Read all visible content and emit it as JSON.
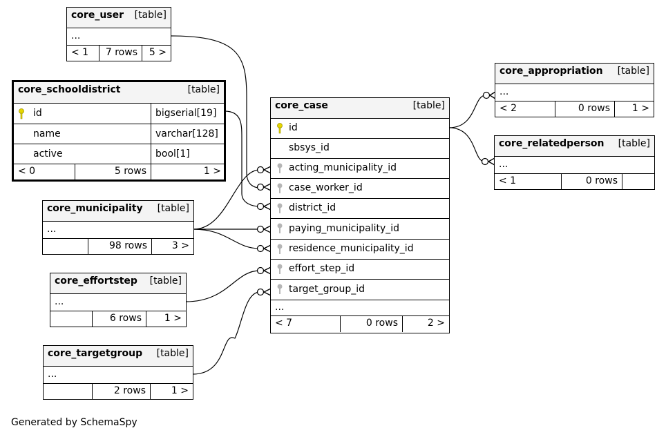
{
  "core_user": {
    "name": "core_user",
    "kind": "[table]",
    "body": "...",
    "nav_prev": "< 1",
    "rows": "7 rows",
    "nav_next": "5 >"
  },
  "core_schooldistrict": {
    "name": "core_schooldistrict",
    "kind": "[table]",
    "columns": [
      {
        "name": "id",
        "type": "bigserial[19]"
      },
      {
        "name": "name",
        "type": "varchar[128]"
      },
      {
        "name": "active",
        "type": "bool[1]"
      }
    ],
    "nav_prev": "< 0",
    "rows": "5 rows",
    "nav_next": "1 >"
  },
  "core_municipality": {
    "name": "core_municipality",
    "kind": "[table]",
    "body": "...",
    "nav_prev": "",
    "rows": "98 rows",
    "nav_next": "3 >"
  },
  "core_effortstep": {
    "name": "core_effortstep",
    "kind": "[table]",
    "body": "...",
    "nav_prev": "",
    "rows": "6 rows",
    "nav_next": "1 >"
  },
  "core_targetgroup": {
    "name": "core_targetgroup",
    "kind": "[table]",
    "body": "...",
    "nav_prev": "",
    "rows": "2 rows",
    "nav_next": "1 >"
  },
  "core_case": {
    "name": "core_case",
    "kind": "[table]",
    "columns": [
      "id",
      "sbsys_id",
      "acting_municipality_id",
      "case_worker_id",
      "district_id",
      "paying_municipality_id",
      "residence_municipality_id",
      "effort_step_id",
      "target_group_id"
    ],
    "more": "...",
    "nav_prev": "< 7",
    "rows": "0 rows",
    "nav_next": "2 >"
  },
  "core_appropriation": {
    "name": "core_appropriation",
    "kind": "[table]",
    "body": "...",
    "nav_prev": "< 2",
    "rows": "0 rows",
    "nav_next": "1 >"
  },
  "core_relatedperson": {
    "name": "core_relatedperson",
    "kind": "[table]",
    "body": "...",
    "nav_prev": "< 1",
    "rows": "0 rows",
    "nav_next": ""
  },
  "footer": "Generated by SchemaSpy",
  "colors": {
    "primary_key": "#e6d600",
    "foreign_key": "#b5b5b5",
    "header_bg": "#f4f4f4"
  }
}
